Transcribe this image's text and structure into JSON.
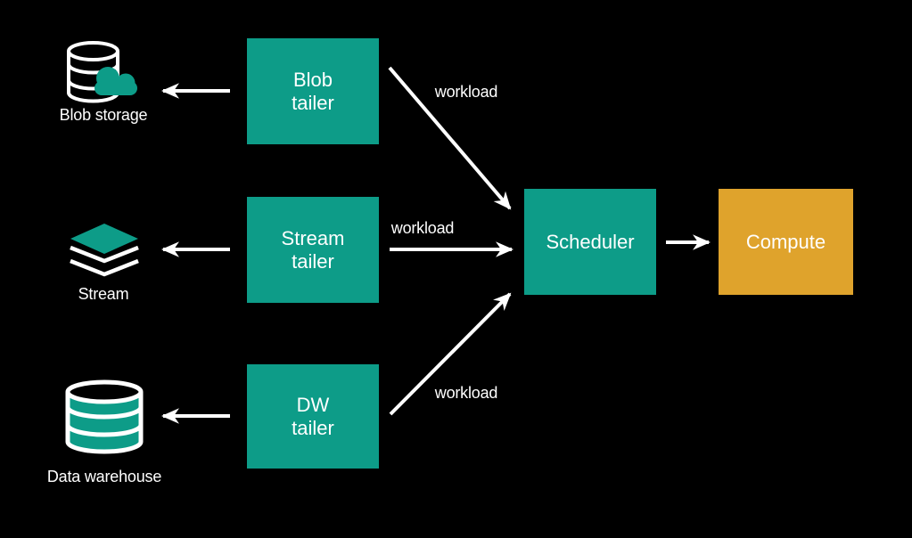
{
  "colors": {
    "background": "#000000",
    "teal": "#0D9C88",
    "orange": "#DFA32C",
    "text": "#FFFFFF"
  },
  "sources": [
    {
      "label": "Blob storage",
      "icon": "database-cloud-icon"
    },
    {
      "label": "Stream",
      "icon": "stacked-layers-icon"
    },
    {
      "label": "Data warehouse",
      "icon": "database-cylinder-icon"
    }
  ],
  "tailers": [
    {
      "label": "Blob\ntailer"
    },
    {
      "label": "Stream\ntailer"
    },
    {
      "label": "DW\ntailer"
    }
  ],
  "scheduler": {
    "label": "Scheduler"
  },
  "compute": {
    "label": "Compute"
  },
  "edges": [
    {
      "label": "workload"
    },
    {
      "label": "workload"
    },
    {
      "label": "workload"
    }
  ]
}
